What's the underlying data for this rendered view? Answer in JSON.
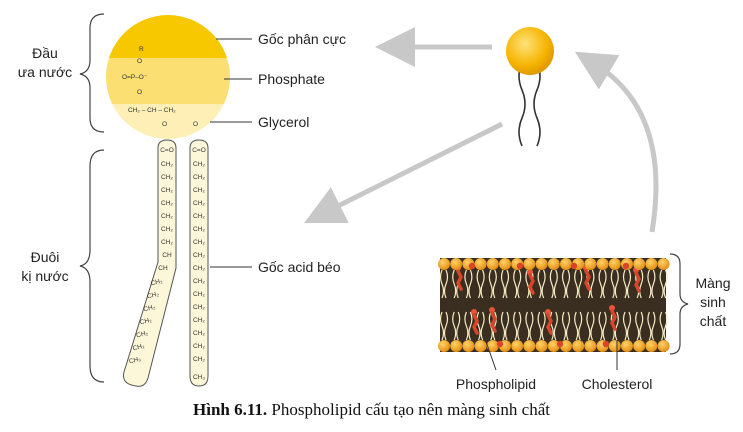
{
  "head_group_label": [
    "Đầu",
    "ưa nước"
  ],
  "tail_group_label": [
    "Đuôi",
    "kị nước"
  ],
  "labels": {
    "polar_group": "Gốc phân cực",
    "phosphate": "Phosphate",
    "glycerol": "Glycerol",
    "fatty_acid": "Gốc acid béo",
    "phospholipid": "Phospholipid",
    "cholesterol": "Cholesterol"
  },
  "membrane_label": [
    "Màng",
    "sinh",
    "chất"
  ],
  "chem": {
    "r": "R",
    "o": "O",
    "phosphate_row": "O=P–O⁻",
    "glycerol_row": "CH₂ – CH – CH₂",
    "carbonyl": "C=O",
    "ch2": "CH₂",
    "ch3": "CH₃",
    "ch": "CH"
  },
  "caption": {
    "prefix": "Hình 6.11.",
    "text": " Phospholipid cấu tạo nên màng sinh chất"
  },
  "colors": {
    "polar_yellow": "#F7C700",
    "phosphate_yellow": "#FBDF72",
    "glycerol_yellow": "#FDEFB5",
    "tail_fill": "#FCF7D9",
    "arrow_gray": "#C8C8C8",
    "membrane_dark": "#3A2E20",
    "membrane_head": "#F2A62A",
    "cholesterol_red": "#D9452A"
  }
}
